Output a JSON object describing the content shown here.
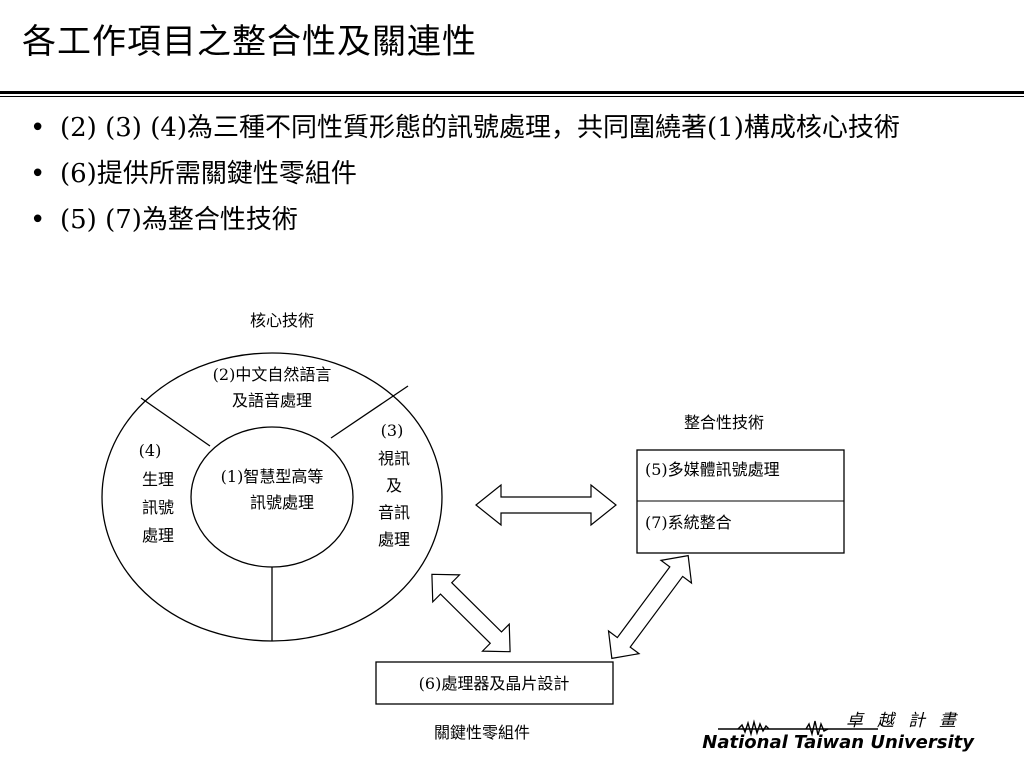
{
  "title": "各工作項目之整合性及關連性",
  "bullets": [
    "(2) (3) (4)為三種不同性質形態的訊號處理，共同圍繞著(1)構成核心技術",
    "(6)提供所需關鍵性零組件",
    "(5) (7)為整合性技術"
  ],
  "diagram": {
    "core_label": "核心技術",
    "inner": [
      "(1)智慧型高等",
      "訊號處理"
    ],
    "top_segment": [
      "(2)中文自然語言",
      "及語音處理"
    ],
    "left_segment": [
      "(4)",
      "生理",
      "訊號",
      "處理"
    ],
    "right_segment": [
      "(3)",
      "視訊",
      "及",
      "音訊",
      "處理"
    ],
    "integration_label": "整合性技術",
    "integration_items": [
      "(5)多媒體訊號處理",
      "(7)系統整合"
    ],
    "component_box": "(6)處理器及晶片設計",
    "component_label": "關鍵性零組件"
  },
  "logo": {
    "chinese": "卓越計畫",
    "english": "National Taiwan University"
  }
}
